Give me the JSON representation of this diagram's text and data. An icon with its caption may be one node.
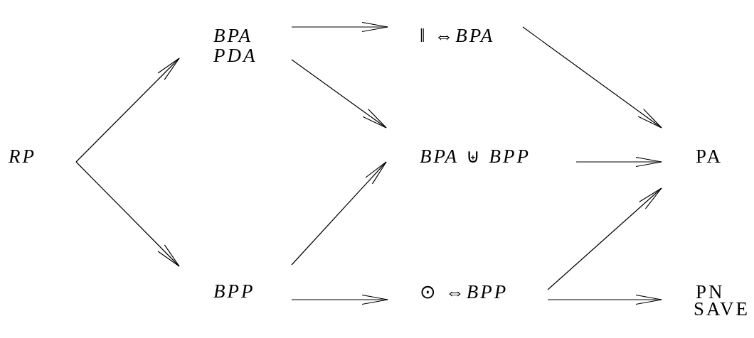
{
  "diagram": {
    "nodes": [
      {
        "text": [
          "RP"
        ]
      },
      {
        "text": [
          "BPA"
        ]
      },
      {
        "text": [
          "PDA"
        ]
      },
      {
        "text": [
          "‖ ⇔*BPA*"
        ]
      },
      {
        "text": [
          "*BPA* ⊎ *BPP*"
        ]
      },
      {
        "text": [
          "PA"
        ]
      },
      {
        "text": [
          "BPP"
        ]
      },
      {
        "text": [
          "⊙ ⇔*BPP*"
        ]
      },
      {
        "text": [
          "PN"
        ]
      }
    ],
    "edges": [
      {
        "from": 0,
        "to": 2,
        "arrow": "to"
      },
      {
        "from": 0,
        "to": 6,
        "arrow": "to"
      },
      {
        "from": 1,
        "to": 3,
        "arrow": "to"
      },
      {
        "from": 2,
        "to": 4,
        "arrow": "to"
      },
      {
        "from": 6,
        "to": 4,
        "arrow": "to"
      },
      {
        "from": 6,
        "to": 7,
        "arrow": "to"
      },
      {
        "from": 3,
        "to": 5,
        "arrow": "to"
      },
      {
        "from": 4,
        "to": 5,
        "arrow": "to"
      },
      {
        "from": 7,
        "to": 5,
        "arrow": "to"
      },
      {
        "from": 7,
        "to": 8,
        "arrow": "to"
      }
    ],
    "labels": [
      "SAVE"
    ]
  }
}
